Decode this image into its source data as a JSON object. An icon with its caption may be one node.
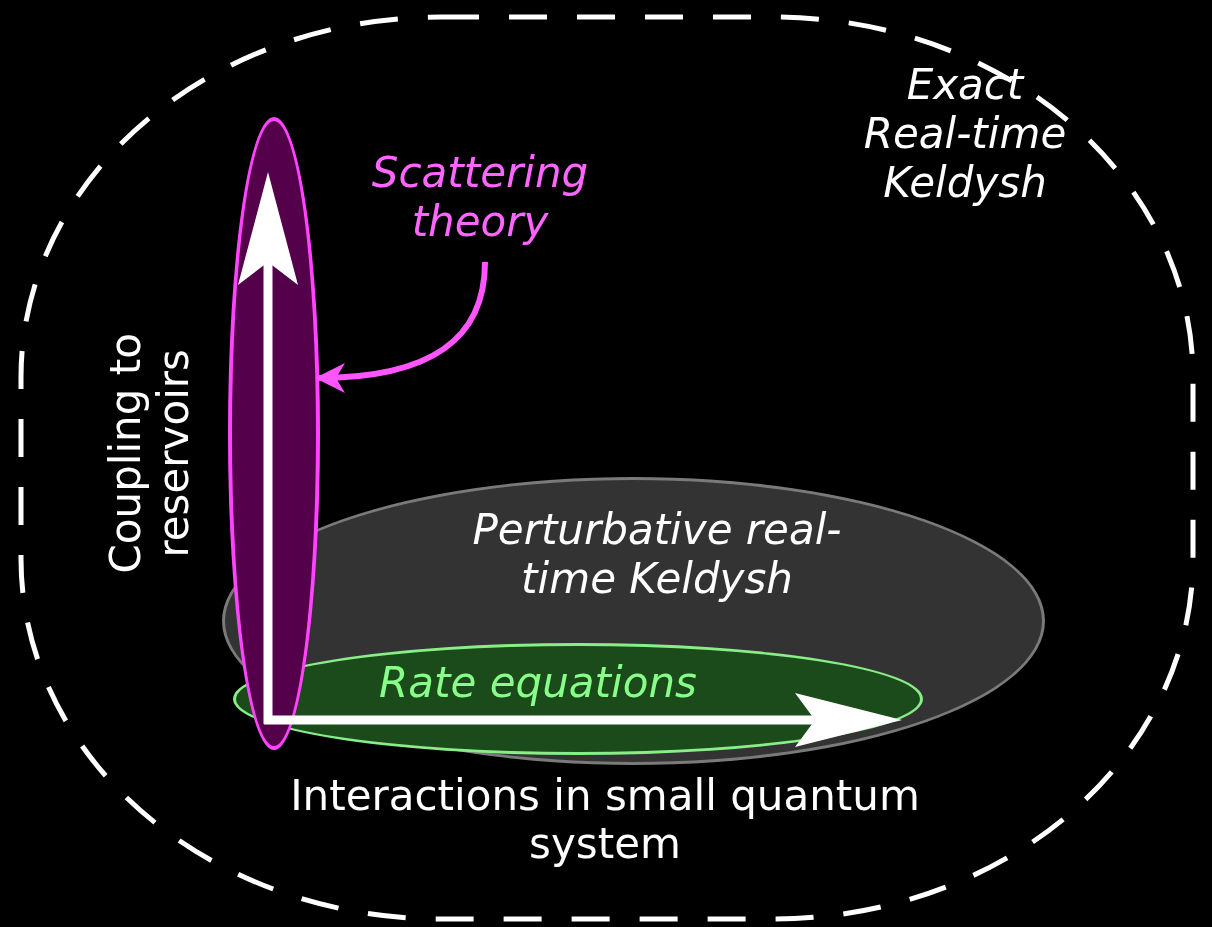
{
  "diagram": {
    "nodes": [
      {
        "text": [
          "Exact Real-time Keldysh"
        ]
      },
      {
        "text": [
          "Perturbative real-time Keldysh"
        ],
        "in": 0
      },
      {
        "text": [
          "Rate equations"
        ],
        "in": 1
      },
      {
        "text": [],
        "shape": "ellipse",
        "in": 0
      },
      {
        "text": [
          "Scattering theory"
        ],
        "in": 0
      }
    ],
    "edges": [
      {
        "from": 4,
        "to": 3,
        "arrow": "to",
        "color": "#ff55ff"
      }
    ],
    "labels": [
      "Coupling to reservoirs",
      "Interactions in small quantum system"
    ]
  }
}
